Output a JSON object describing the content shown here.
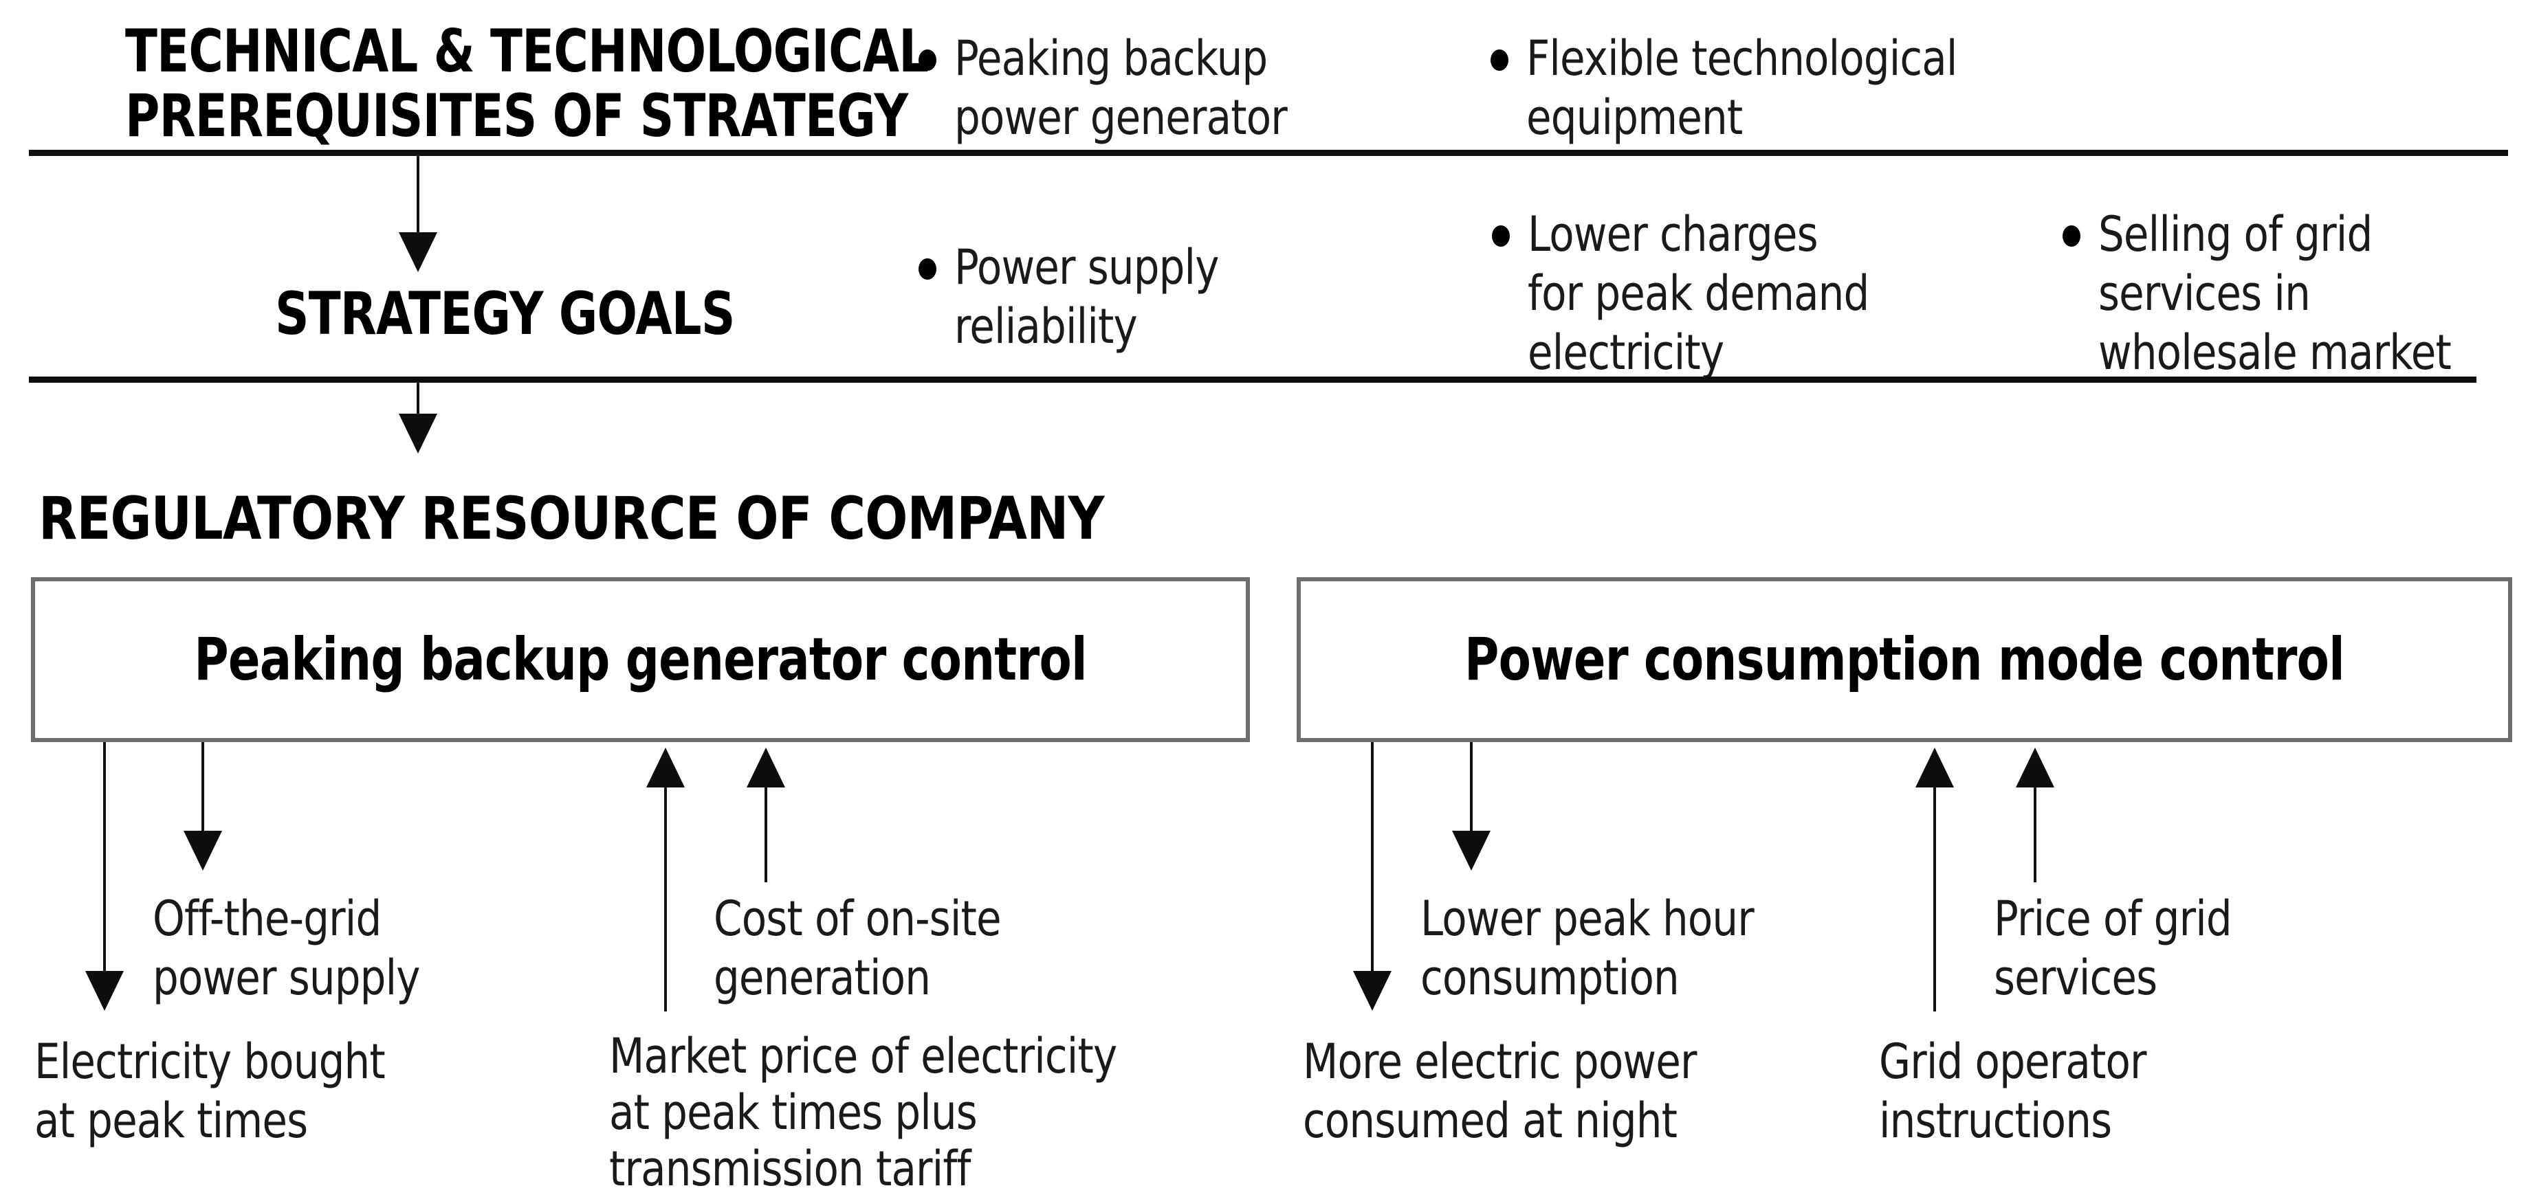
{
  "palette": {
    "background": "#ffffff",
    "heading_text": "#000000",
    "label_text": "#1a1a1a",
    "line_color": "#0d0d0d",
    "box_border": "#6e6e6e"
  },
  "header": {
    "title_lines": [
      "TECHNICAL & TECHNOLOGICAL",
      "PREREQUISITES OF STRATEGY"
    ],
    "bullets": [
      {
        "lines": [
          "Peaking backup",
          "power generator"
        ]
      },
      {
        "lines": [
          "Flexible technological",
          "equipment"
        ]
      }
    ]
  },
  "goals": {
    "heading": "STRATEGY GOALS",
    "bullets": [
      {
        "lines": [
          "Power supply",
          "reliability"
        ]
      },
      {
        "lines": [
          "Lower charges",
          "for peak demand",
          "electricity"
        ]
      },
      {
        "lines": [
          "Selling of grid",
          "services in",
          "wholesale market"
        ]
      }
    ]
  },
  "regulatory": {
    "heading": "REGULATORY RESOURCE OF COMPANY",
    "boxes": [
      {
        "title": "Peaking backup generator control",
        "outputs": [
          {
            "arrow": "down-long",
            "lines": [
              "Electricity bought",
              "at peak times"
            ]
          },
          {
            "arrow": "down-short",
            "lines": [
              "Off-the-grid",
              "power supply"
            ]
          }
        ],
        "inputs": [
          {
            "arrow": "up-long",
            "lines": [
              "Market price of electricity",
              "at peak times plus",
              "transmission tariff"
            ]
          },
          {
            "arrow": "up-short",
            "lines": [
              "Cost of on-site",
              "generation"
            ]
          }
        ]
      },
      {
        "title": "Power consumption mode control",
        "outputs": [
          {
            "arrow": "down-long",
            "lines": [
              "More electric power",
              "consumed at night"
            ]
          },
          {
            "arrow": "down-short",
            "lines": [
              "Lower peak hour",
              "consumption"
            ]
          }
        ],
        "inputs": [
          {
            "arrow": "up-long",
            "lines": [
              "Grid operator",
              "instructions"
            ]
          },
          {
            "arrow": "up-short",
            "lines": [
              "Price of grid",
              "services"
            ]
          }
        ]
      }
    ]
  }
}
